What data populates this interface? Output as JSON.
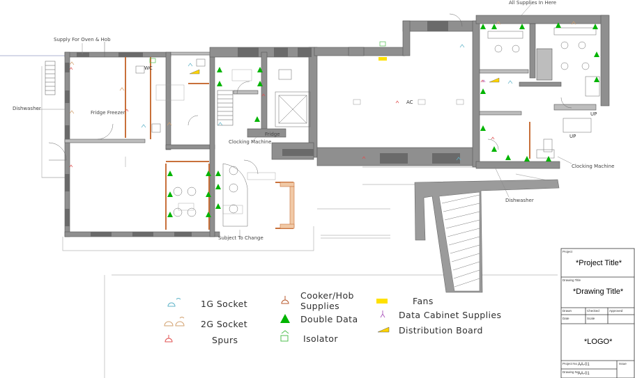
{
  "callouts": {
    "supply_oven_hob": "Supply For Oven & Hob",
    "dishwasher_left": "Dishwasher",
    "fridge_freezer": "Fridge Freezer",
    "clocking_machine_center": "Clocking Machine",
    "fridge": "Fridge",
    "subject_to_change": "Subject To Change",
    "all_supplies_in_here": "All Supplies In Here",
    "dishwasher_right": "Dishwasher",
    "clocking_machine_right": "Clocking Machine",
    "wc": "WC",
    "ac": "AC",
    "up_1": "UP",
    "up_2": "UP"
  },
  "legend": {
    "socket_1g": "1G Socket",
    "socket_2g": "2G Socket",
    "spurs": "Spurs",
    "cooker_hob_line1": "Cooker/Hob",
    "cooker_hob_line2": "Supplies",
    "double_data": "Double Data",
    "isolator": "Isolator",
    "fans": "Fans",
    "data_cabinet": "Data Cabinet Supplies",
    "distribution_board": "Distribution Board"
  },
  "title_block": {
    "project_caption": "Project",
    "project_title": "*Project Title*",
    "drawing_caption": "Drawing Title",
    "drawing_title": "*Drawing Title*",
    "drawn_caption": "Drawn",
    "checked_caption": "Checked",
    "approved_caption": "Approved",
    "date_caption": "Date",
    "scale_caption": "Scale",
    "logo": "*LOGO*",
    "project_no_caption": "Project No",
    "project_no": "AA-01",
    "drawing_no_caption": "Drawing No",
    "drawing_no": "AA-01",
    "issue_caption": "Issue"
  },
  "colors": {
    "wall": "#8f8f8f",
    "wall_edge": "#555555",
    "socket_1g": "#5fb3c8",
    "socket_2g": "#d2a06e",
    "spur": "#e05050",
    "cooker": "#b85a2e",
    "double_data": "#00b400",
    "isolator": "#4fbf4f",
    "fan": "#ffe100",
    "data_cabinet": "#b060c0",
    "distribution_board": "#ffd400",
    "brick_partition": "#c8703a"
  }
}
